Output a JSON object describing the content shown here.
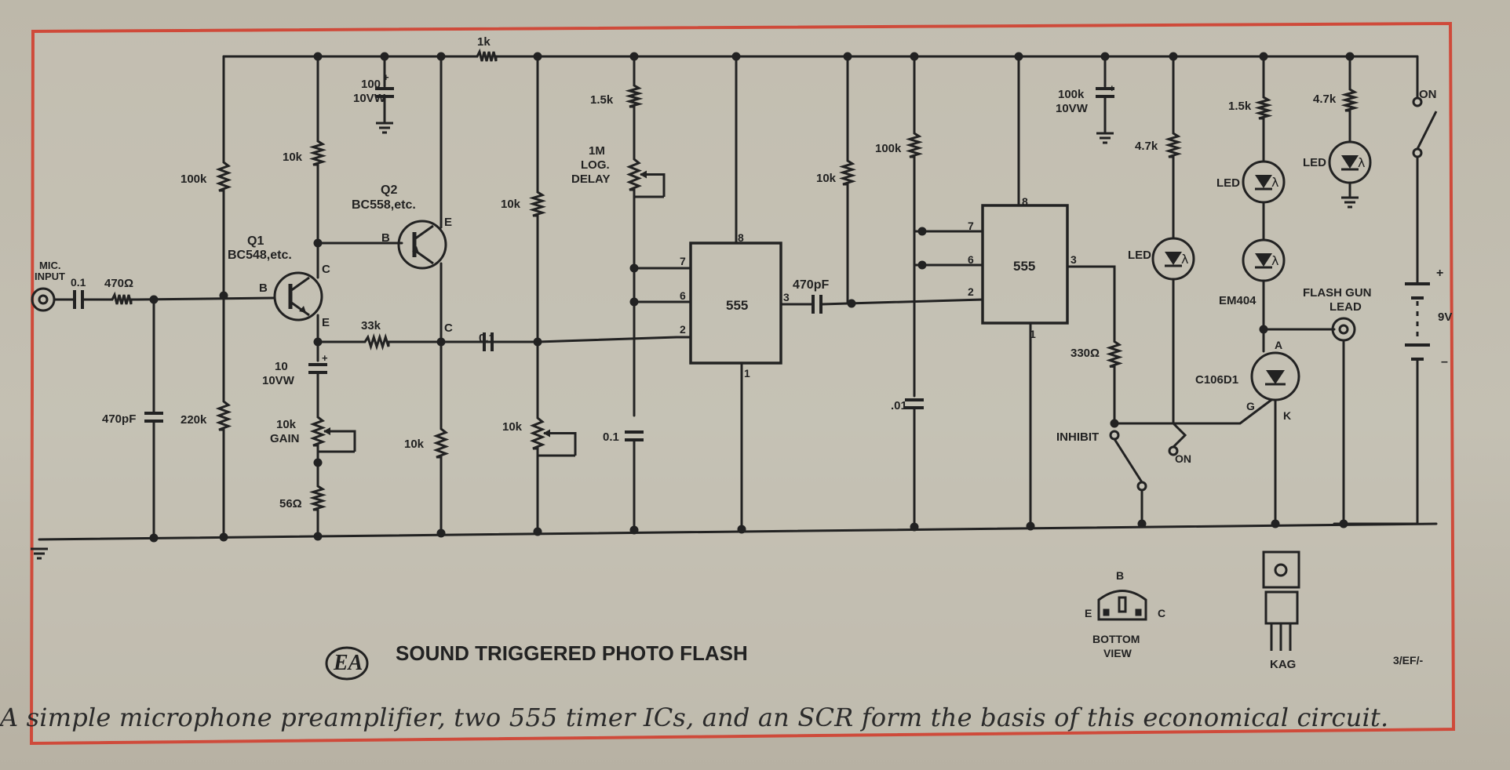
{
  "title": "SOUND TRIGGERED PHOTO FLASH",
  "logo_text": "EA",
  "caption": "A simple microphone preamplifier, two 555 timer ICs, and an SCR form the basis of this economical circuit.",
  "ref_code": "3/EF/-",
  "colors": {
    "ink": "#222222",
    "frame": "#cf4a3a",
    "paper": "#c4c0b3"
  },
  "labels": {
    "mic_input": [
      "MIC.",
      "INPUT"
    ],
    "c_in": "0.1",
    "r_in": "470Ω",
    "c_470p_in": "470pF",
    "r_100k_bias": "100k",
    "r_220k": "220k",
    "q1": [
      "Q1",
      "BC548,etc."
    ],
    "q2": [
      "Q2",
      "BC558,etc."
    ],
    "r_10k_col": "10k",
    "c_100u": [
      "100",
      "10VW"
    ],
    "r_1k": "1k",
    "r_33k": "33k",
    "c_10u": [
      "10",
      "10VW"
    ],
    "pot_gain": [
      "10k",
      "GAIN"
    ],
    "r_56": "56Ω",
    "c_01_b": "0.1",
    "r_10k_q2": "10k",
    "r_10k_div": "10k",
    "pot_10k": "10k",
    "r_15k_a": "1.5k",
    "pot_delay": [
      "1M",
      "LOG.",
      "DELAY"
    ],
    "c_01_t": "0.1",
    "ic1": "555",
    "ic2": "555",
    "c_470p": "470pF",
    "r_10k_pull": "10k",
    "r_100k_t2": "100k",
    "c_001": ".01",
    "c_100k": [
      "100k",
      "10VW"
    ],
    "r_47k_a": "4.7k",
    "r_15k_b": "1.5k",
    "r_47k_b": "4.7k",
    "r_330": "330Ω",
    "led": "LED",
    "em404": "EM404",
    "scr": "C106D1",
    "flash": [
      "FLASH GUN",
      "LEAD"
    ],
    "battery": "9V",
    "sw_on": "ON",
    "sw_inhibit": "INHIBIT",
    "sw_on2": "ON",
    "transistor_view": [
      "BOTTOM",
      "VIEW"
    ],
    "tab_pins": "KAG",
    "pin_letters": {
      "b": "B",
      "c": "C",
      "e": "E",
      "a": "A",
      "g": "G",
      "k": "K"
    },
    "pin_numbers": {
      "p1": "1",
      "p2": "2",
      "p3": "3",
      "p6": "6",
      "p7": "7",
      "p8": "8"
    },
    "polarity": {
      "plus": "+",
      "minus": "–"
    }
  }
}
